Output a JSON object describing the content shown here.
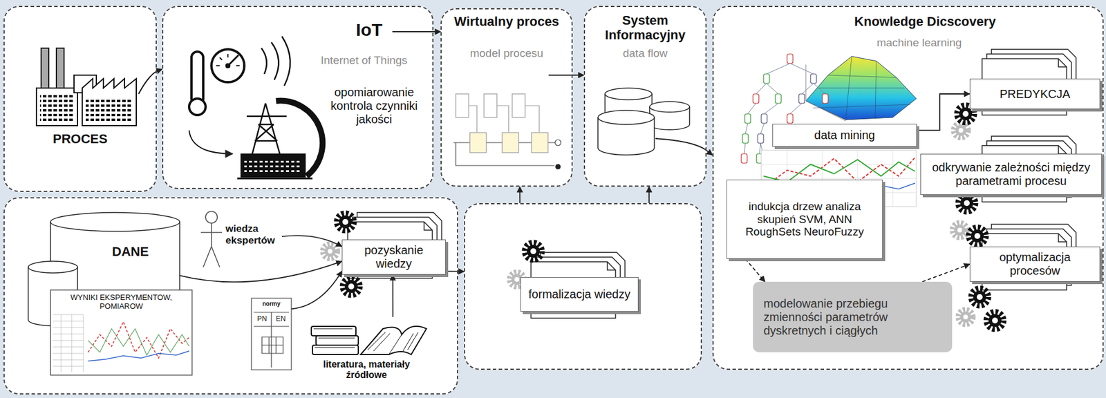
{
  "diagram": {
    "nodes": [
      {
        "text": [
          "PROCES"
        ]
      },
      {
        "text": [
          "IoT",
          "Internet of Things",
          "opomiarowanie kontrola czynniki jakości"
        ]
      },
      {
        "text": [
          "Wirtualny proces",
          "model procesu"
        ]
      },
      {
        "text": [
          "System Informacyjny",
          "data flow"
        ]
      },
      {
        "text": [
          "Knowledge Dicscovery",
          "machine learning"
        ]
      },
      {
        "text": [
          "data mining"
        ],
        "in": 4
      },
      {
        "text": [
          "indukcja drzew analiza skupień SVM, ANN RoughSets NeuroFuzzy"
        ],
        "in": 4
      },
      {
        "text": [
          "PREDYKCJA"
        ],
        "in": 4
      },
      {
        "text": [
          "odkrywanie zależności między parametrami procesu"
        ],
        "in": 4
      },
      {
        "text": [
          "optymalizacja procesów"
        ],
        "in": 4
      },
      {
        "text": [
          "modelowanie przebiegu zmienności parametrów dyskretnych i ciągłych"
        ],
        "in": 4
      },
      {
        "text": []
      },
      {
        "text": [
          "DANE"
        ],
        "in": 11
      },
      {
        "text": [
          "WYNIKI EKSPERYMENTOW, POMIAROW"
        ],
        "in": 11
      },
      {
        "text": [
          "wiedza ekspertów"
        ],
        "in": 11
      },
      {
        "text": [
          "normy",
          "PN",
          "EN"
        ],
        "in": 11
      },
      {
        "text": [
          "literatura, materiały źródłowe"
        ],
        "in": 11
      },
      {
        "text": [
          "pozyskanie wiedzy"
        ],
        "in": 11
      },
      {
        "text": []
      },
      {
        "text": [
          "formalizacja wiedzy"
        ],
        "in": 18
      }
    ],
    "edges": [
      {
        "from": 0,
        "to": 1,
        "arrow": "to"
      },
      {
        "from": 1,
        "to": 2,
        "arrow": "to"
      },
      {
        "from": 2,
        "to": 3,
        "arrow": "to"
      },
      {
        "from": 3,
        "to": 4,
        "arrow": "to"
      },
      {
        "from": 12,
        "to": 17,
        "arrow": "to"
      },
      {
        "from": 14,
        "to": 17,
        "arrow": "to"
      },
      {
        "from": 15,
        "to": 17,
        "arrow": "to"
      },
      {
        "from": 16,
        "to": 17,
        "arrow": "to"
      },
      {
        "from": 17,
        "to": 18,
        "arrow": "to"
      },
      {
        "from": 18,
        "to": 2,
        "arrow": "to"
      },
      {
        "from": 18,
        "to": 3,
        "arrow": "to"
      },
      {
        "from": 5,
        "to": 7,
        "arrow": "to"
      },
      {
        "from": 6,
        "to": 10,
        "arrow": "to"
      },
      {
        "from": 10,
        "to": 9,
        "arrow": "to"
      }
    ]
  }
}
